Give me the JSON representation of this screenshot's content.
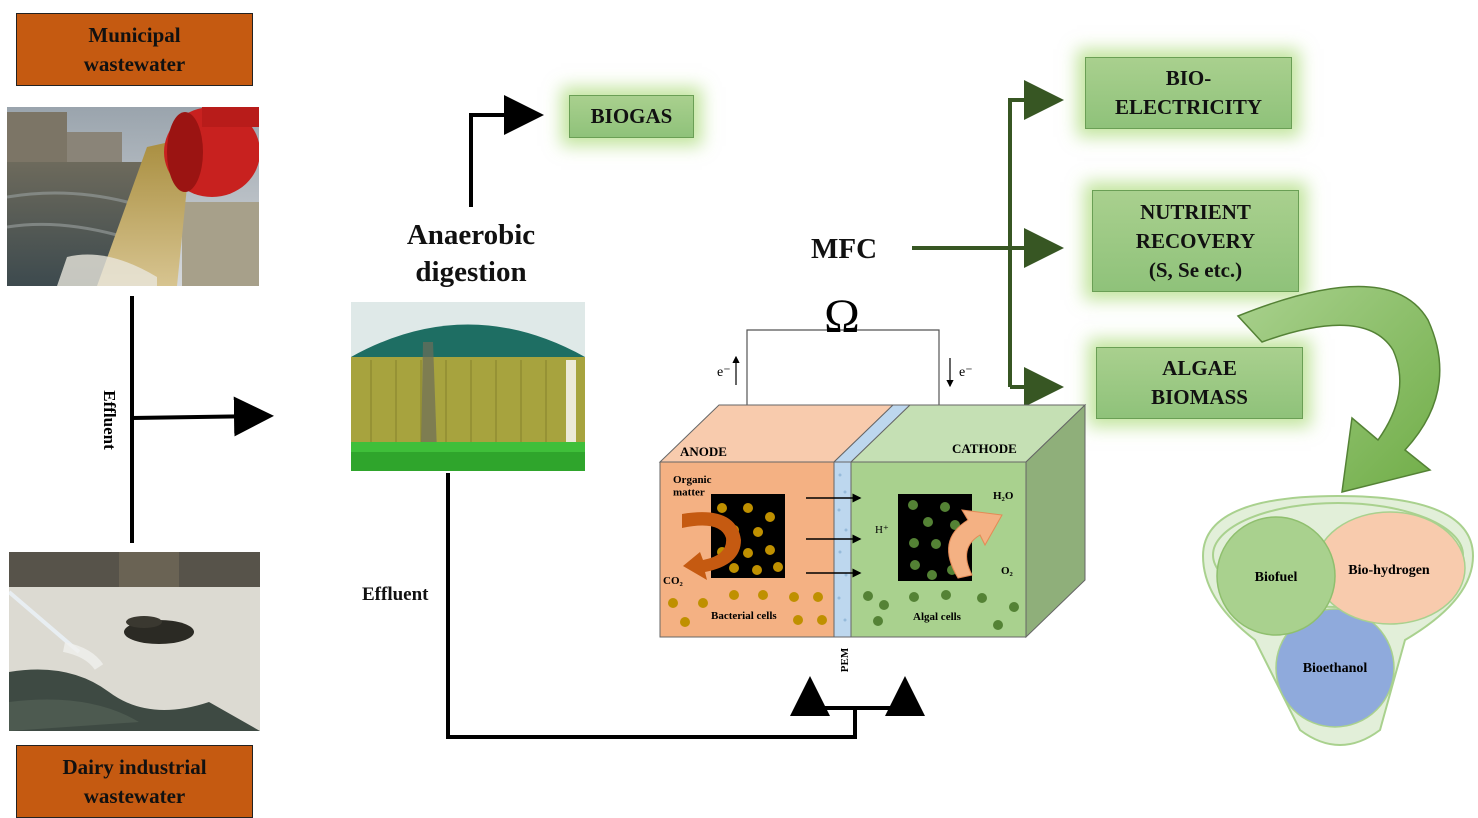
{
  "sources": {
    "municipal": "Municipal\nwastewater",
    "dairy": "Dairy industrial\nwastewater"
  },
  "effluent_left": "Effluent",
  "effluent_bottom": "Effluent",
  "anaerobic": "Anaerobic\ndigestion",
  "biogas": "BIOGAS",
  "mfc": {
    "title": "MFC",
    "resistor": "Ω",
    "electron_left": "e⁻",
    "electron_right": "e⁻",
    "anode": "ANODE",
    "cathode": "CATHODE",
    "organic_matter": "Organic\nmatter",
    "co2": "CO₂",
    "bacterial_cells": "Bacterial cells",
    "h2o": "H₂O",
    "hplus": "H⁺",
    "o2": "O₂",
    "algal_cells": "Algal cells",
    "pem": "PEM"
  },
  "outputs": [
    "BIO-\nELECTRICITY",
    "NUTRIENT\nRECOVERY\n(S, Se etc.)",
    "ALGAE\nBIOMASS"
  ],
  "funnel": {
    "bioethanol": "Bioethanol",
    "bioh2": "Bio-hydrogen",
    "biofuel": "Biofuel"
  },
  "colors": {
    "source_box": "#c55a11",
    "output_box": "#a9d08e",
    "flow_arrow": "#375623",
    "anode_fill": "#f4b183",
    "cathode_fill": "#a9d18e",
    "pem_fill": "#bdd7ee",
    "bacteria": "#bf9000",
    "algae": "#548235",
    "bioethanol": "#8faadc",
    "bioh2": "#f8cbad",
    "biofuel": "#a9d18e"
  }
}
